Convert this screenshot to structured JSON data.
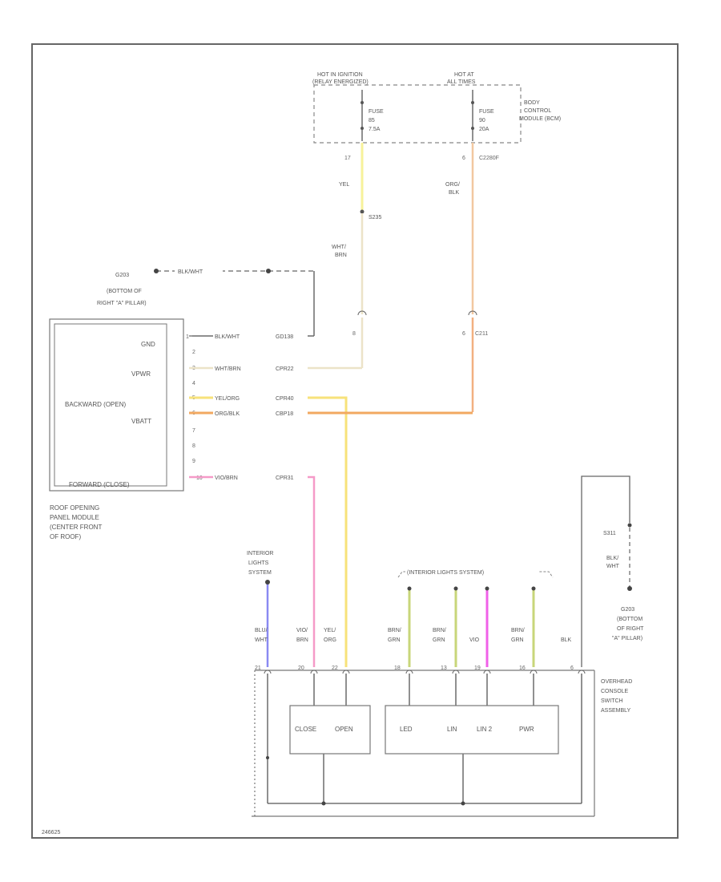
{
  "colors": {
    "yellow": "#f7f29a",
    "orange": "#f2b05c",
    "orange_light": "#f2c8a0",
    "pink": "#f59ac8",
    "blue": "#8a8af2",
    "green": "#c8d67a",
    "magenta": "#f060e8",
    "gray": "#666666"
  },
  "bcm": {
    "hot1_line1": "HOT IN IGNITION",
    "hot1_line2": "(RELAY ENERGIZED)",
    "hot2_line1": "HOT AT",
    "hot2_line2": "ALL TIMES",
    "fuse1_line1": "FUSE",
    "fuse1_line2": "85",
    "fuse1_line3": "7.5A",
    "fuse2_line1": "FUSE",
    "fuse2_line2": "90",
    "fuse2_line3": "20A",
    "label_line1": "BODY",
    "label_line2": "CONTROL",
    "label_line3": "MODULE (BCM)",
    "pin1": "17",
    "pin2": "6",
    "conn": "C2280F"
  },
  "wires": {
    "yel": "YEL",
    "splice": "S235",
    "wht_brn_1": "WHT/",
    "wht_brn_2": "BRN",
    "org_blk_1": "ORG/",
    "org_blk_2": "BLK",
    "c_pin1": "8",
    "c_pin2": "6",
    "c_conn": "C211"
  },
  "ground_top": {
    "label1": "G203",
    "label2": "(BOTTOM OF",
    "label3": "RIGHT \"A\" PILLAR)",
    "wire": "BLK/WHT"
  },
  "ropm": {
    "pins": [
      {
        "num": "1",
        "label": "GND",
        "wire": "BLK/WHT",
        "circ": "GD138"
      },
      {
        "num": "2",
        "label": "",
        "wire": "",
        "circ": ""
      },
      {
        "num": "3",
        "label": "VPWR",
        "wire": "WHT/BRN",
        "circ": "CPR22"
      },
      {
        "num": "4",
        "label": "",
        "wire": "",
        "circ": ""
      },
      {
        "num": "5",
        "label": "BACKWARD (OPEN)",
        "wire": "YEL/ORG",
        "circ": "CPR40"
      },
      {
        "num": "6",
        "label": "VBATT",
        "wire": "ORG/BLK",
        "circ": "CBP18"
      },
      {
        "num": "7",
        "label": "",
        "wire": "",
        "circ": ""
      },
      {
        "num": "8",
        "label": "",
        "wire": "",
        "circ": ""
      },
      {
        "num": "9",
        "label": "",
        "wire": "",
        "circ": ""
      },
      {
        "num": "10",
        "label": "FORWARD (CLOSE)",
        "wire": "VIO/BRN",
        "circ": "CPR31"
      }
    ],
    "name1": "ROOF OPENING",
    "name2": "PANEL MODULE",
    "name3": "(CENTER FRONT",
    "name4": "OF ROOF)"
  },
  "interior": {
    "light1": "INTERIOR",
    "light2": "LIGHTS",
    "light3": "SYSTEM",
    "group": "(INTERIOR LIGHTS SYSTEM)"
  },
  "ground_right": {
    "splice": "S311",
    "wire1": "BLK/",
    "wire2": "WHT",
    "label1": "G203",
    "label2": "(BOTTOM",
    "label3": "OF RIGHT",
    "label4": "\"A\" PILLAR)"
  },
  "console": {
    "wires": [
      {
        "c1": "BLU/",
        "c2": "WHT",
        "pin": "21"
      },
      {
        "c1": "VIO/",
        "c2": "BRN",
        "pin": "20"
      },
      {
        "c1": "YEL/",
        "c2": "ORG",
        "pin": "22"
      },
      {
        "c1": "BRN/",
        "c2": "GRN",
        "pin": "18"
      },
      {
        "c1": "BRN/",
        "c2": "GRN",
        "pin": "13"
      },
      {
        "c1": "VIO",
        "c2": "",
        "pin": "19"
      },
      {
        "c1": "BRN/",
        "c2": "GRN",
        "pin": "16"
      },
      {
        "c1": "BLK",
        "c2": "",
        "pin": "6"
      }
    ],
    "close": "CLOSE",
    "open": "OPEN",
    "led": "LED",
    "lin": "LIN",
    "lin2": "LIN 2",
    "pwr": "PWR",
    "name1": "OVERHEAD",
    "name2": "CONSOLE",
    "name3": "SWITCH",
    "name4": "ASSEMBLY"
  },
  "footer": "246625"
}
